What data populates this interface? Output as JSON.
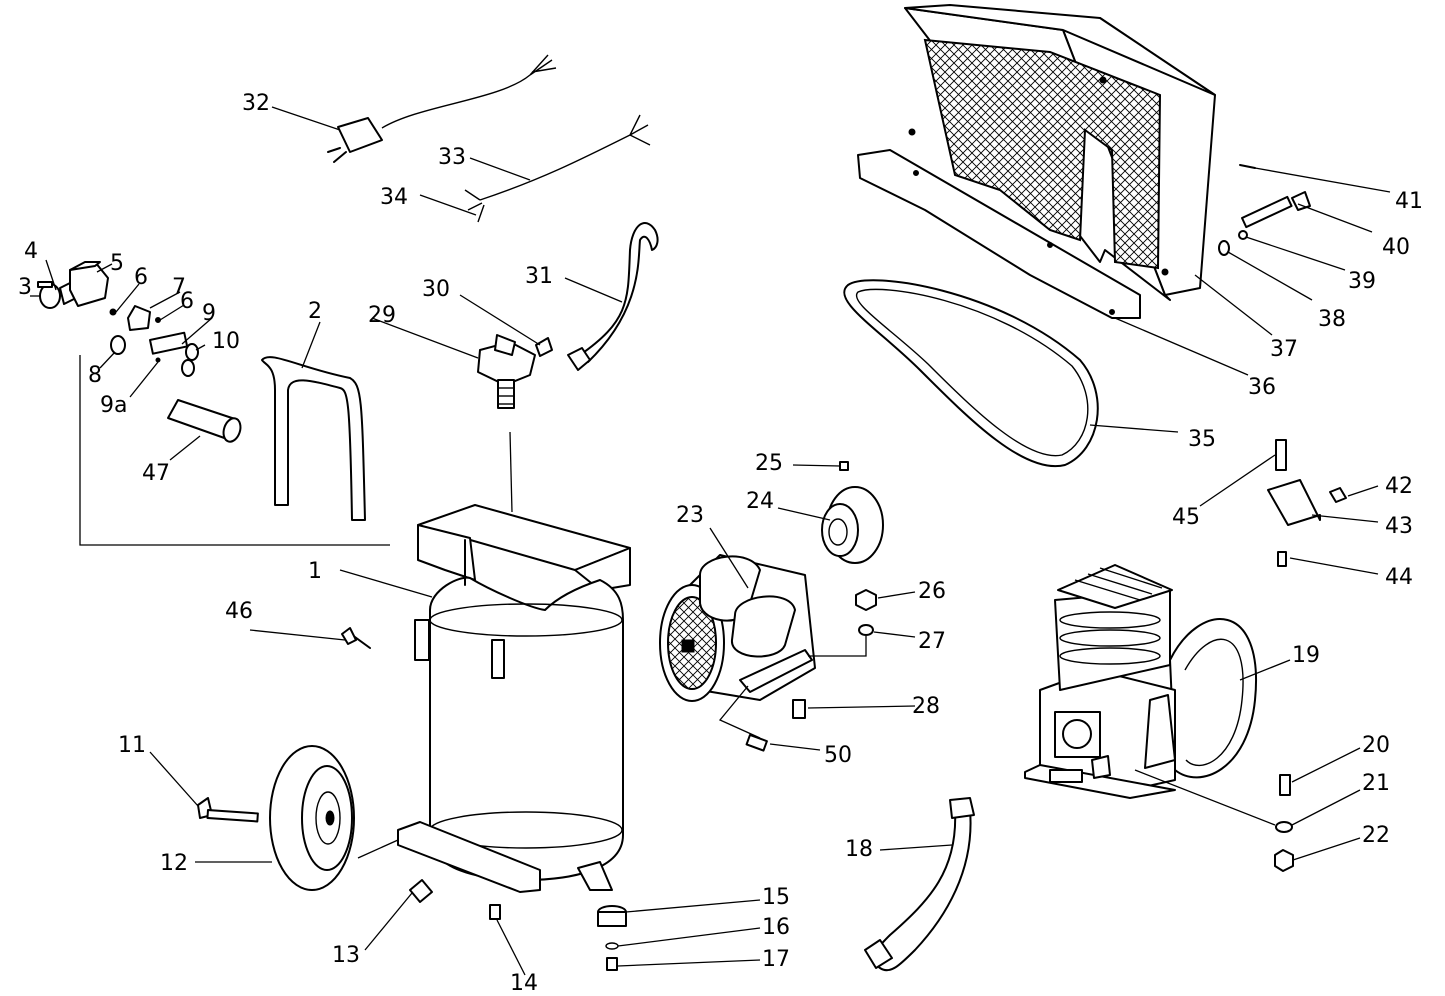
{
  "callouts": [
    {
      "key": "c1",
      "text": "1"
    },
    {
      "key": "c2",
      "text": "2"
    },
    {
      "key": "c3",
      "text": "3"
    },
    {
      "key": "c4",
      "text": "4"
    },
    {
      "key": "c5",
      "text": "5"
    },
    {
      "key": "c6a",
      "text": "6"
    },
    {
      "key": "c6b",
      "text": "6"
    },
    {
      "key": "c7",
      "text": "7"
    },
    {
      "key": "c8",
      "text": "8"
    },
    {
      "key": "c9",
      "text": "9"
    },
    {
      "key": "c9a",
      "text": "9a"
    },
    {
      "key": "c10",
      "text": "10"
    },
    {
      "key": "c11",
      "text": "11"
    },
    {
      "key": "c12",
      "text": "12"
    },
    {
      "key": "c13",
      "text": "13"
    },
    {
      "key": "c14",
      "text": "14"
    },
    {
      "key": "c15",
      "text": "15"
    },
    {
      "key": "c16",
      "text": "16"
    },
    {
      "key": "c17",
      "text": "17"
    },
    {
      "key": "c18",
      "text": "18"
    },
    {
      "key": "c19",
      "text": "19"
    },
    {
      "key": "c20",
      "text": "20"
    },
    {
      "key": "c21",
      "text": "21"
    },
    {
      "key": "c22",
      "text": "22"
    },
    {
      "key": "c23",
      "text": "23"
    },
    {
      "key": "c24",
      "text": "24"
    },
    {
      "key": "c25",
      "text": "25"
    },
    {
      "key": "c26",
      "text": "26"
    },
    {
      "key": "c27",
      "text": "27"
    },
    {
      "key": "c28",
      "text": "28"
    },
    {
      "key": "c29",
      "text": "29"
    },
    {
      "key": "c30",
      "text": "30"
    },
    {
      "key": "c31",
      "text": "31"
    },
    {
      "key": "c32",
      "text": "32"
    },
    {
      "key": "c33",
      "text": "33"
    },
    {
      "key": "c34",
      "text": "34"
    },
    {
      "key": "c35",
      "text": "35"
    },
    {
      "key": "c36",
      "text": "36"
    },
    {
      "key": "c37",
      "text": "37"
    },
    {
      "key": "c38",
      "text": "38"
    },
    {
      "key": "c39",
      "text": "39"
    },
    {
      "key": "c40",
      "text": "40"
    },
    {
      "key": "c41",
      "text": "41"
    },
    {
      "key": "c42",
      "text": "42"
    },
    {
      "key": "c43",
      "text": "43"
    },
    {
      "key": "c44",
      "text": "44"
    },
    {
      "key": "c45",
      "text": "45"
    },
    {
      "key": "c46",
      "text": "46"
    },
    {
      "key": "c47",
      "text": "47"
    },
    {
      "key": "c50",
      "text": "50"
    }
  ]
}
